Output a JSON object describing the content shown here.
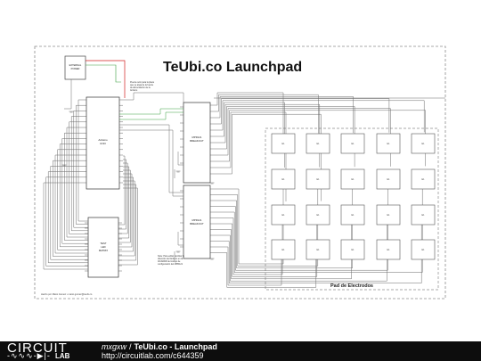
{
  "diagram": {
    "title": "TeUbi.co Launchpad",
    "pad_label": "Pad de Electrodos",
    "note_top": [
      "Puente solo para la placa",
      "que se aleja de la fuente",
      "de alimentación de la",
      "Arduino"
    ],
    "note_bottom": [
      "Note: Para editar cambiar la",
      "dirección del Arduino en la",
      "I2CADDR del código de",
      "configuración del MPR121"
    ],
    "credit": "Hecho por Mario Gomez • mario.gomez@teubi.co",
    "chips": {
      "power": [
        "EXTERNAL",
        "POWER"
      ],
      "arduino": [
        "Arduino",
        "UNO"
      ],
      "mpr1": [
        "MPR121",
        "BREAKOUT"
      ],
      "mpr2": [
        "MPR121",
        "BREAKOUT"
      ],
      "oled": [
        "TEST",
        "LED",
        "MATRIX"
      ]
    },
    "pad_cell": "E1"
  },
  "footer": {
    "logo_word": "CIRCUIT",
    "logo_lab": "LAB",
    "user": "mxgxw",
    "separator": "/",
    "title": "TeUbi.co - Launchpad",
    "url": "http://circuitlab.com/c644359"
  },
  "colors": {
    "wire": "#6a6a6a",
    "red_wire": "#d22020",
    "green_wire": "#3aa040",
    "border": "#8c8c8c",
    "footer_bg": "#0d0d0d"
  }
}
